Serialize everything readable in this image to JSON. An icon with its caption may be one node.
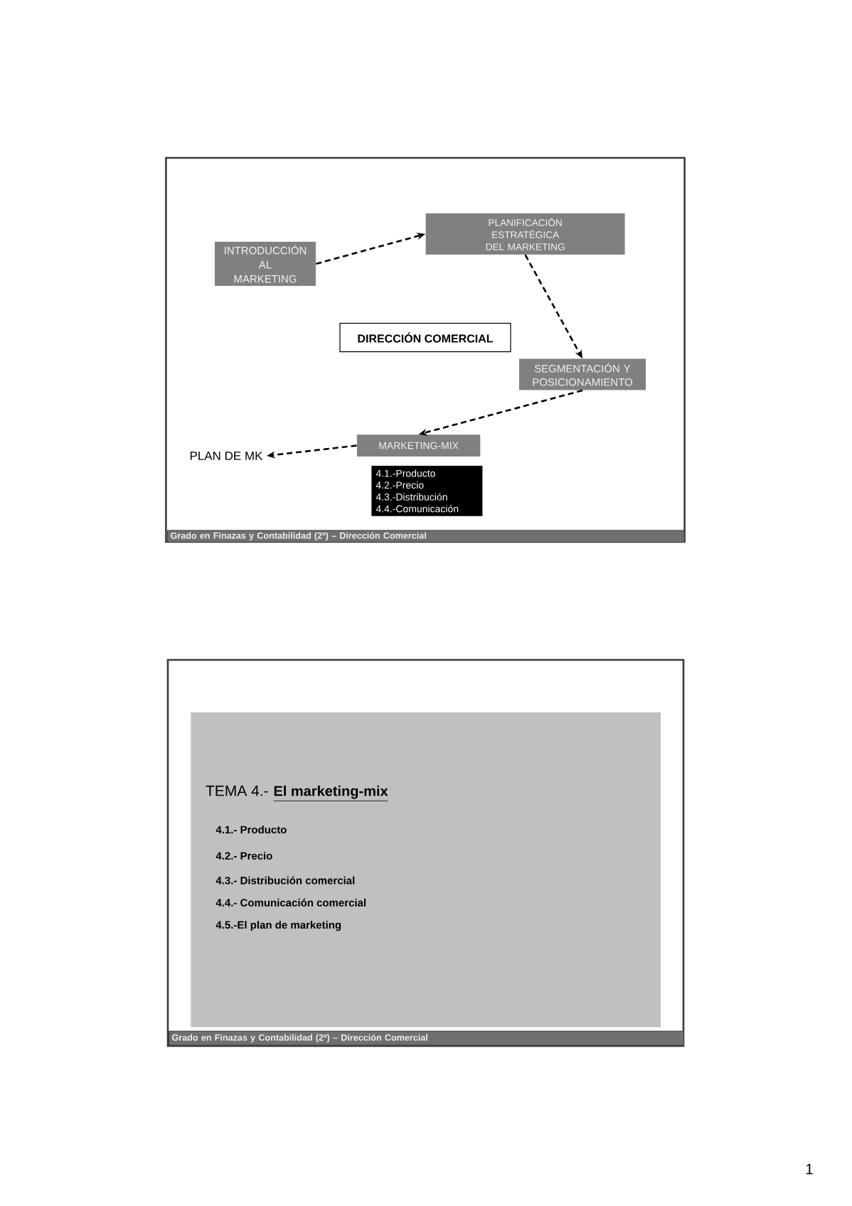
{
  "diagram": {
    "nodes": [
      {
        "text": [
          "INTRODUCCIÓN AL MARKETING"
        ]
      },
      {
        "text": [
          "PLANIFICACIÓN ESTRATÉGICA DEL MARKETING"
        ]
      },
      {
        "text": [
          "DIRECCIÓN COMERCIAL"
        ]
      },
      {
        "text": [
          "SEGMENTACIÓN Y POSICIONAMIENTO"
        ]
      },
      {
        "text": [
          "MARKETING-MIX"
        ]
      },
      {
        "text": [
          "PLAN DE MK"
        ]
      },
      {
        "text": [
          "4.1.-Producto",
          "4.2.-Precio",
          "4.3.-Distribución",
          "4.4.-Comunicación"
        ]
      },
      {
        "text": [
          "Grado en Finazas y Contabilidad (2º) – Dirección Comercial"
        ]
      },
      {
        "text": [
          "TEMA 4.-",
          "El marketing-mix",
          "4.1.- Producto",
          "4.2.- Precio",
          "4.3.- Distribución comercial",
          "4.4.- Comunicación comercial",
          "4.5.-El plan de marketing"
        ]
      },
      {
        "text": [
          "Grado en Finazas y Contabilidad (2º) – Dirección Comercial"
        ]
      }
    ],
    "edges": [
      {
        "from": 0,
        "to": 1,
        "arrow": "to",
        "style": "dashed"
      },
      {
        "from": 1,
        "to": 3,
        "arrow": "to",
        "style": "dashed"
      },
      {
        "from": 3,
        "to": 4,
        "arrow": "to",
        "style": "dashed"
      },
      {
        "from": 4,
        "to": 5,
        "arrow": "to",
        "style": "dashed"
      }
    ],
    "labels": [
      "1"
    ]
  }
}
